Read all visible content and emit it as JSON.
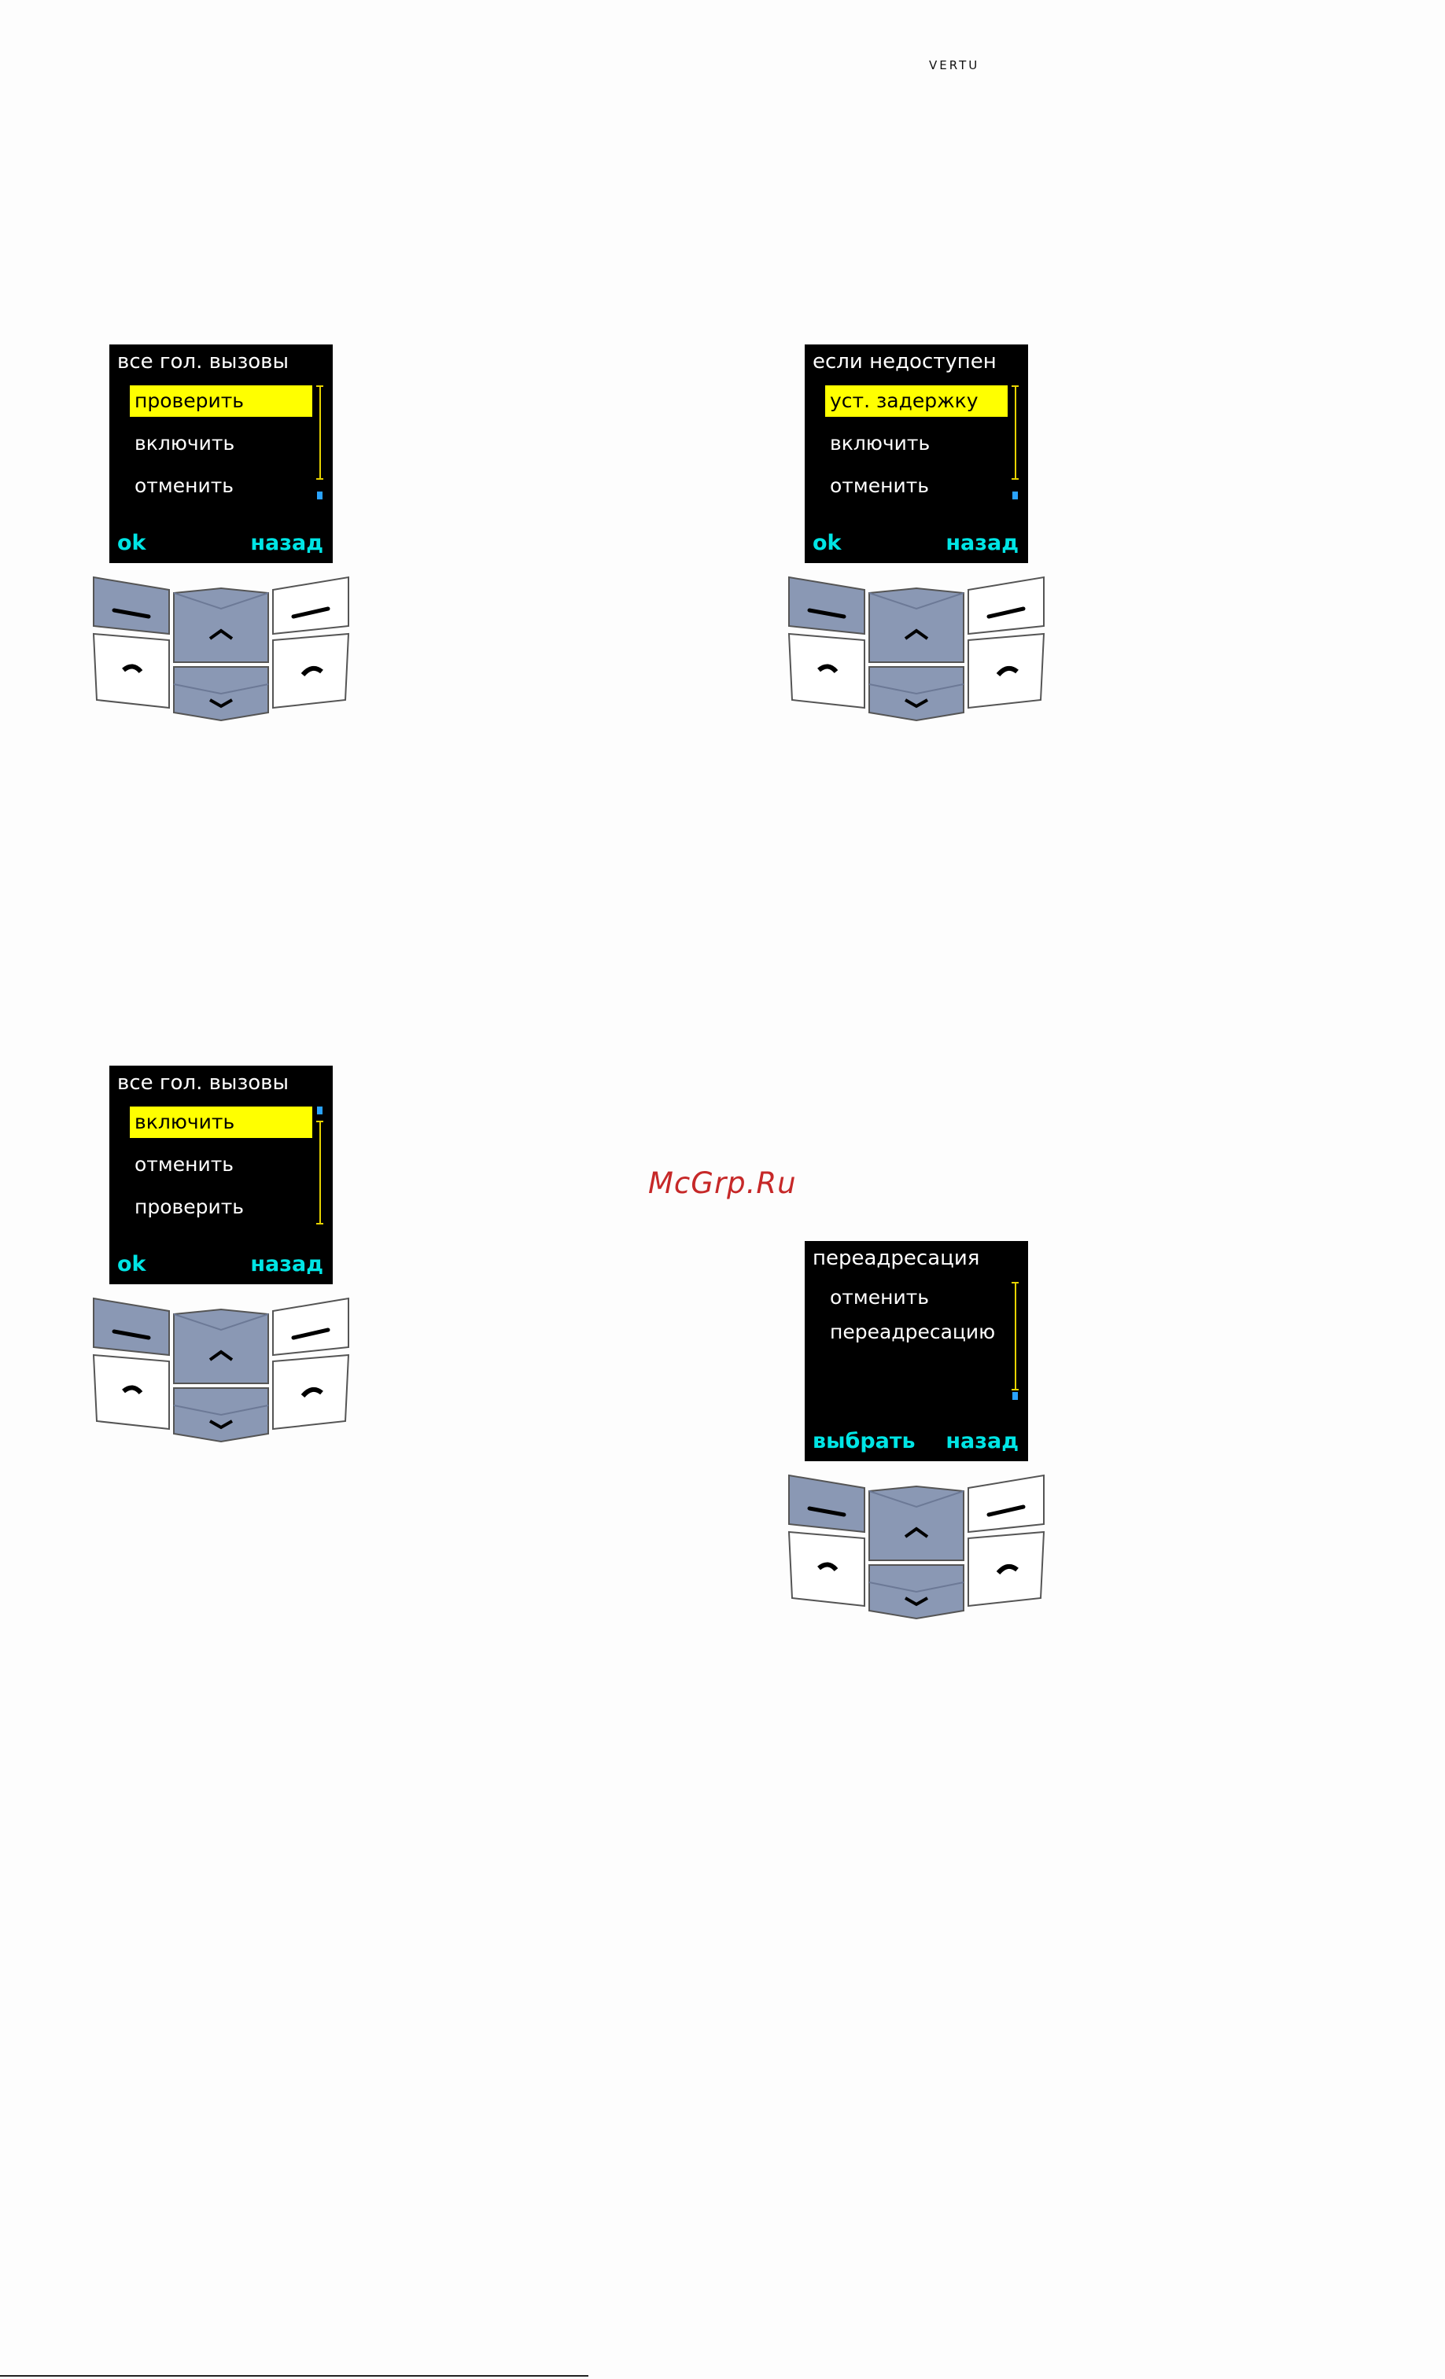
{
  "brand": "VERTU",
  "watermark": "McGrp.Ru",
  "phones": [
    {
      "title": "все гол. вызовы",
      "items": [
        {
          "label": "проверить",
          "selected": true
        },
        {
          "label": "включить",
          "selected": false
        },
        {
          "label": "отменить",
          "selected": false
        }
      ],
      "softkeys": {
        "left": "ok",
        "right": "назад"
      }
    },
    {
      "title": "если недоступен",
      "items": [
        {
          "label": "уст. задержку",
          "selected": true
        },
        {
          "label": "включить",
          "selected": false
        },
        {
          "label": "отменить",
          "selected": false
        }
      ],
      "softkeys": {
        "left": "ok",
        "right": "назад"
      }
    },
    {
      "title": "все гол. вызовы",
      "items": [
        {
          "label": "включить",
          "selected": true
        },
        {
          "label": "отменить",
          "selected": false
        },
        {
          "label": "проверить",
          "selected": false
        }
      ],
      "softkeys": {
        "left": "ok",
        "right": "назад"
      }
    },
    {
      "title": "переадресация",
      "items": [
        {
          "label": "отменить",
          "selected": false
        },
        {
          "label": "переадресацию",
          "selected": false
        }
      ],
      "softkeys": {
        "left": "выбрать",
        "right": "назад"
      }
    }
  ],
  "colors": {
    "screen_bg": "#000000",
    "highlight": "#ffff00",
    "softkey_text": "#00e5e5",
    "scrollbar": "#e6d200",
    "scroll_thumb": "#2aa3ff",
    "key_active": "#8a98b4",
    "key_inactive": "#ffffff",
    "watermark": "#c62828"
  },
  "icons": [
    "left-softkey-icon",
    "up-arrow-icon",
    "right-softkey-icon",
    "call-icon",
    "down-arrow-icon",
    "end-call-icon"
  ]
}
